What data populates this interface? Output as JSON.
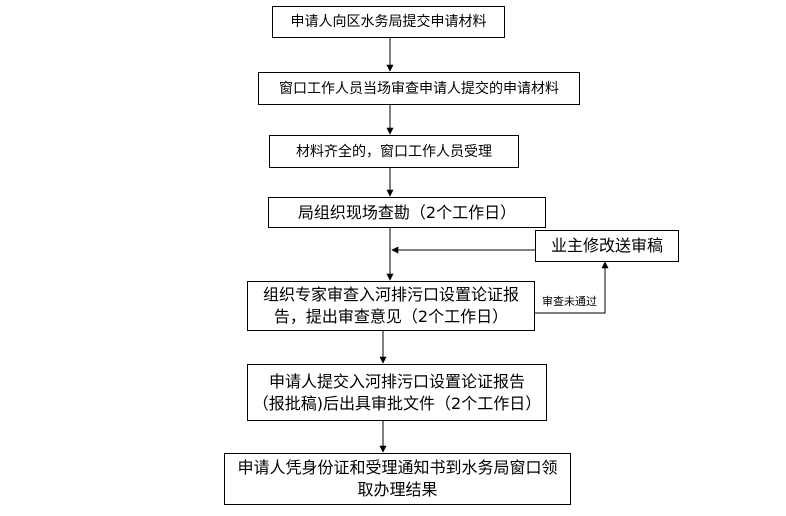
{
  "steps": {
    "s1": "申请人向区水务局提交申请材料",
    "s2": "窗口工作人员当场审查申请人提交的申请材料",
    "s3": "材料齐全的，窗口工作人员受理",
    "s4": "局组织现场查勘（2个工作日）",
    "s5_line1": "组织专家审查入河排污口设置论证报",
    "s5_line2": "告，提出审查意见（2个工作日）",
    "s6_line1": "申请人提交入河排污口设置论证报告",
    "s6_line2": "（报批稿)后出具审批文件（2个工作日）",
    "s7_line1": "申请人凭身份证和受理通知书到水务局窗口领",
    "s7_line2": "取办理结果"
  },
  "side": {
    "revise": "业主修改送审稿",
    "fail_label": "审查未通过"
  }
}
